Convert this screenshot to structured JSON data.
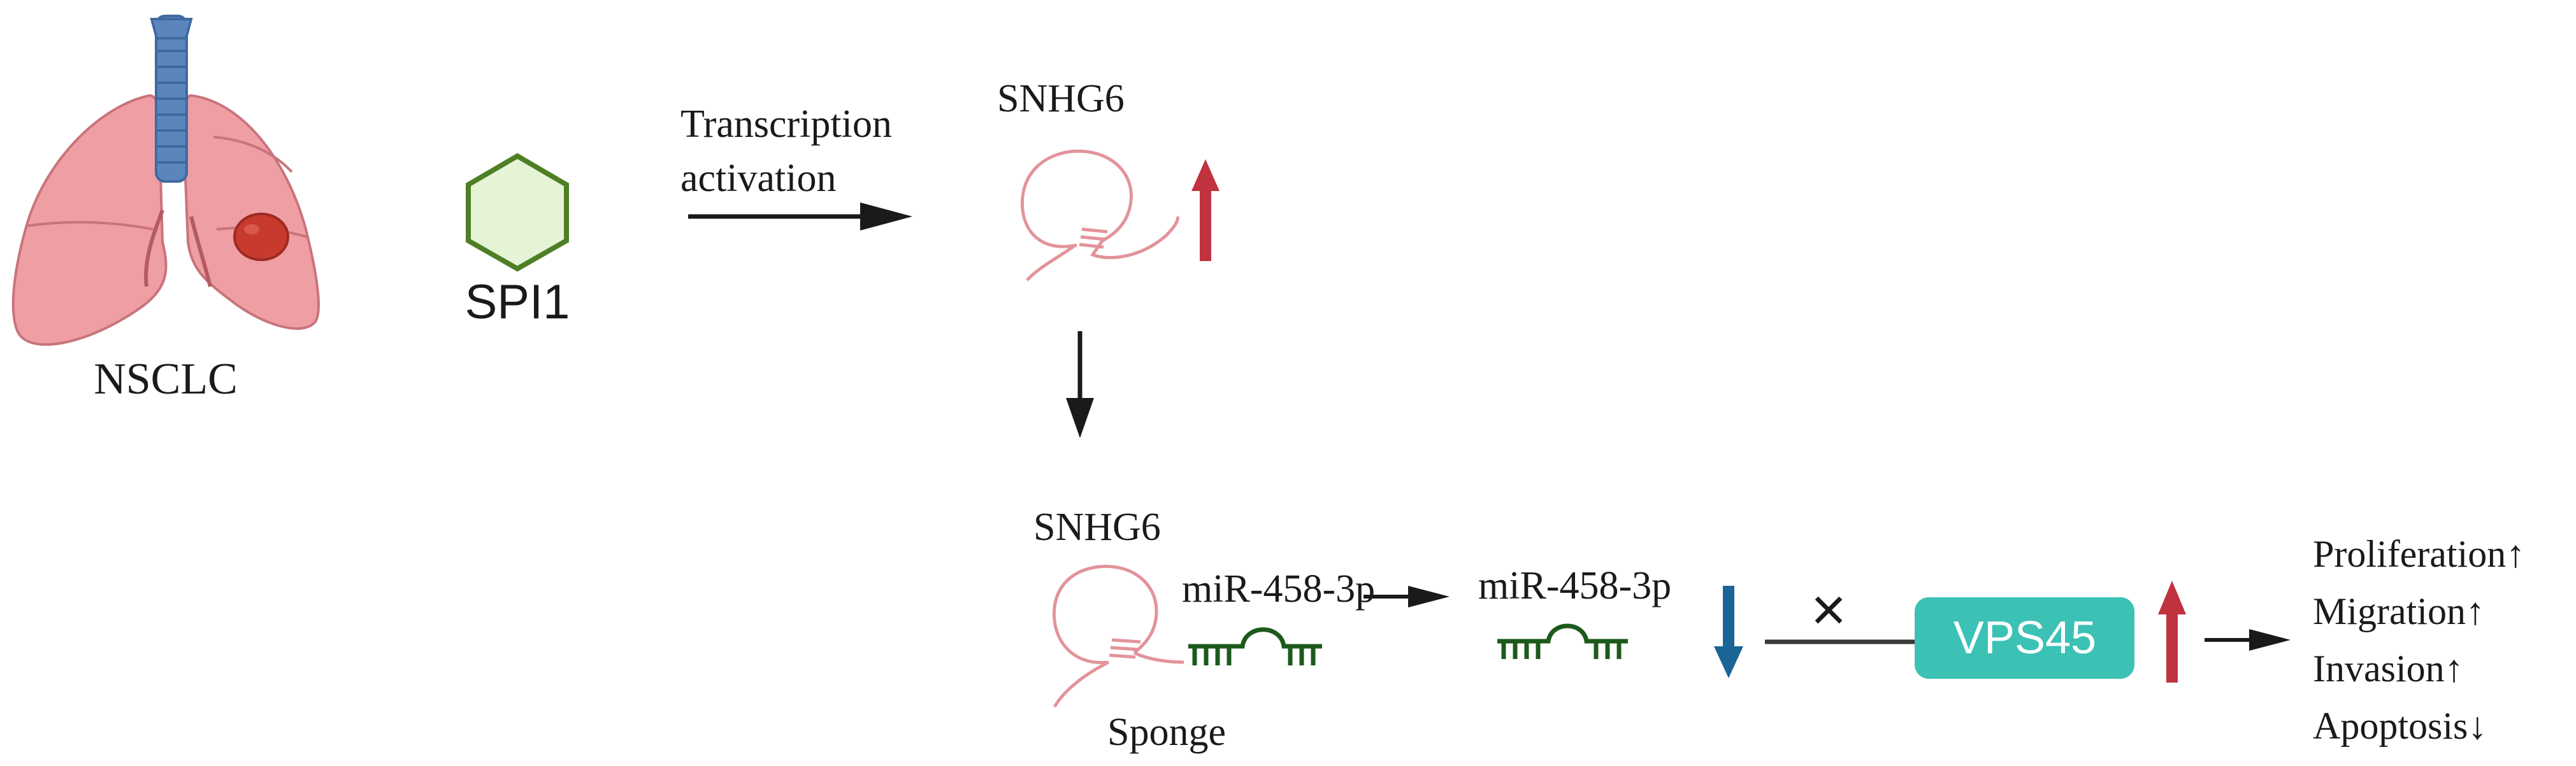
{
  "labels": {
    "nsclc": "NSCLC",
    "spi1": "SPI1",
    "transcription_line1": "Transcription",
    "transcription_line2": "activation",
    "snhg6_top": "SNHG6",
    "snhg6_bottom": "SNHG6",
    "mir_bound": "miR-458-3p",
    "mir_free": "miR-458-3p",
    "sponge": "Sponge",
    "vps45": "VPS45",
    "inhibit_mark": "×"
  },
  "outcomes": [
    "Proliferation↑",
    "Migration↑",
    "Invasion↑",
    "Apoptosis↓"
  ],
  "colors": {
    "up_arrow": "#c0323e",
    "down_arrow": "#1a6496",
    "vps45_box": "#3cc1b5",
    "spi1_fill": "#e6f4d6",
    "spi1_stroke": "#4e7f25",
    "mirna": "#1c5a1c",
    "lncrna": "#e3939b",
    "lung": "#ef9ea4",
    "trachea": "#5b86bd",
    "tumor": "#c8392e"
  }
}
